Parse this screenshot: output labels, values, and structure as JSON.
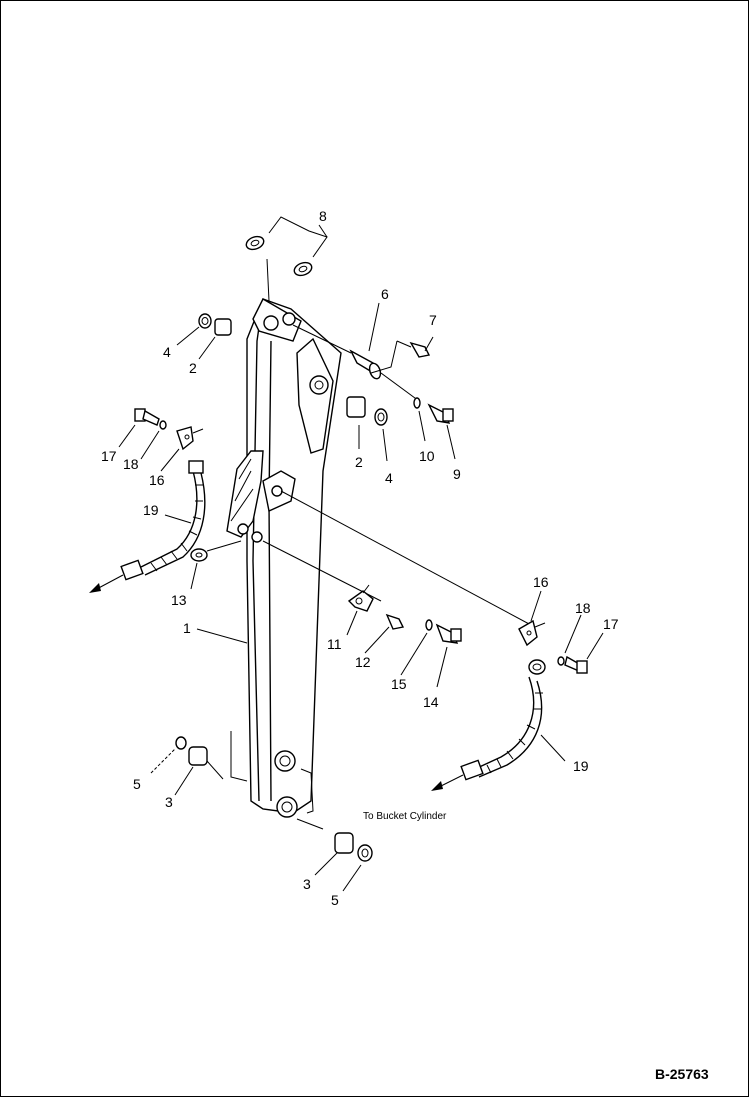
{
  "diagram": {
    "drawing_code": "B-25763",
    "note": "To Bucket Cylinder",
    "part_labels": {
      "p8": "8",
      "p6": "6",
      "p7": "7",
      "p4a": "4",
      "p2a": "2",
      "p2b": "2",
      "p4b": "4",
      "p10": "10",
      "p9": "9",
      "p17a": "17",
      "p18a": "18",
      "p16a": "16",
      "p19a": "19",
      "p13": "13",
      "p1": "1",
      "p11": "11",
      "p12": "12",
      "p15": "15",
      "p14": "14",
      "p16b": "16",
      "p18b": "18",
      "p17b": "17",
      "p19b": "19",
      "p5a": "5",
      "p3a": "3",
      "p3b": "3",
      "p5b": "5"
    }
  }
}
